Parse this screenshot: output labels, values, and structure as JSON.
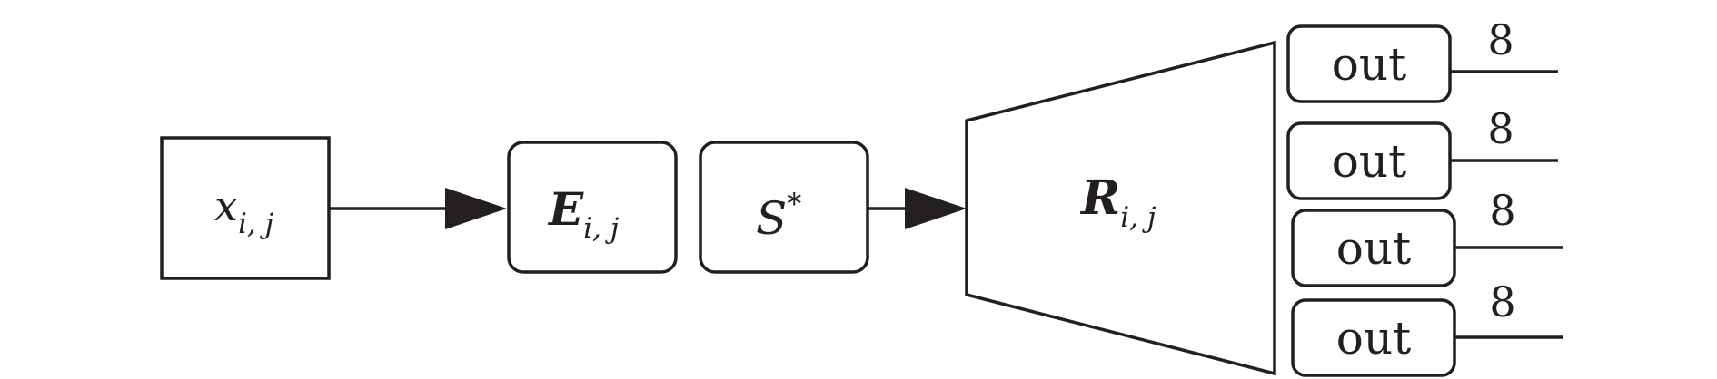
{
  "nodes": {
    "input": {
      "symbol": "x",
      "subscript": "i, j"
    },
    "encoder": {
      "symbol": "E",
      "subscript": "i, j"
    },
    "state": {
      "symbol": "S",
      "superscript": "*"
    },
    "reconstructor": {
      "symbol": "R",
      "subscript": "i, j"
    }
  },
  "outputs": [
    {
      "label": "out",
      "width_label": "8"
    },
    {
      "label": "out",
      "width_label": "8"
    },
    {
      "label": "out",
      "width_label": "8"
    },
    {
      "label": "out",
      "width_label": "8"
    }
  ],
  "colors": {
    "stroke": "#231f20",
    "background": "#ffffff"
  }
}
